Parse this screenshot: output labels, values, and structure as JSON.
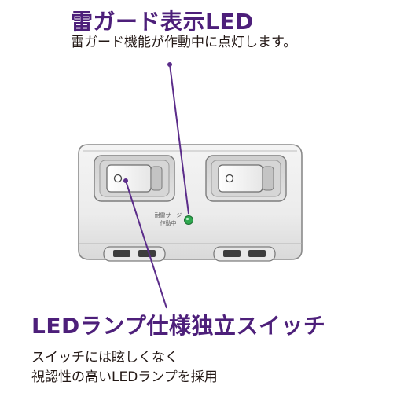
{
  "led_callout": {
    "title": "雷ガード表示LED",
    "description": "雷ガード機能が作動中に点灯します。"
  },
  "switch_callout": {
    "title": "LEDランプ仕様独立スイッチ",
    "description_line1": "スイッチには眩しくなく",
    "description_line2": "視認性の高いLEDランプを採用"
  },
  "device": {
    "led_label_line1": "耐雷サージ",
    "led_label_line2": "作動中"
  },
  "colors": {
    "accent": "#4d1f7a",
    "leader_line": "#5b2c8a",
    "led": "#2fa84f",
    "body_text": "#231815"
  }
}
